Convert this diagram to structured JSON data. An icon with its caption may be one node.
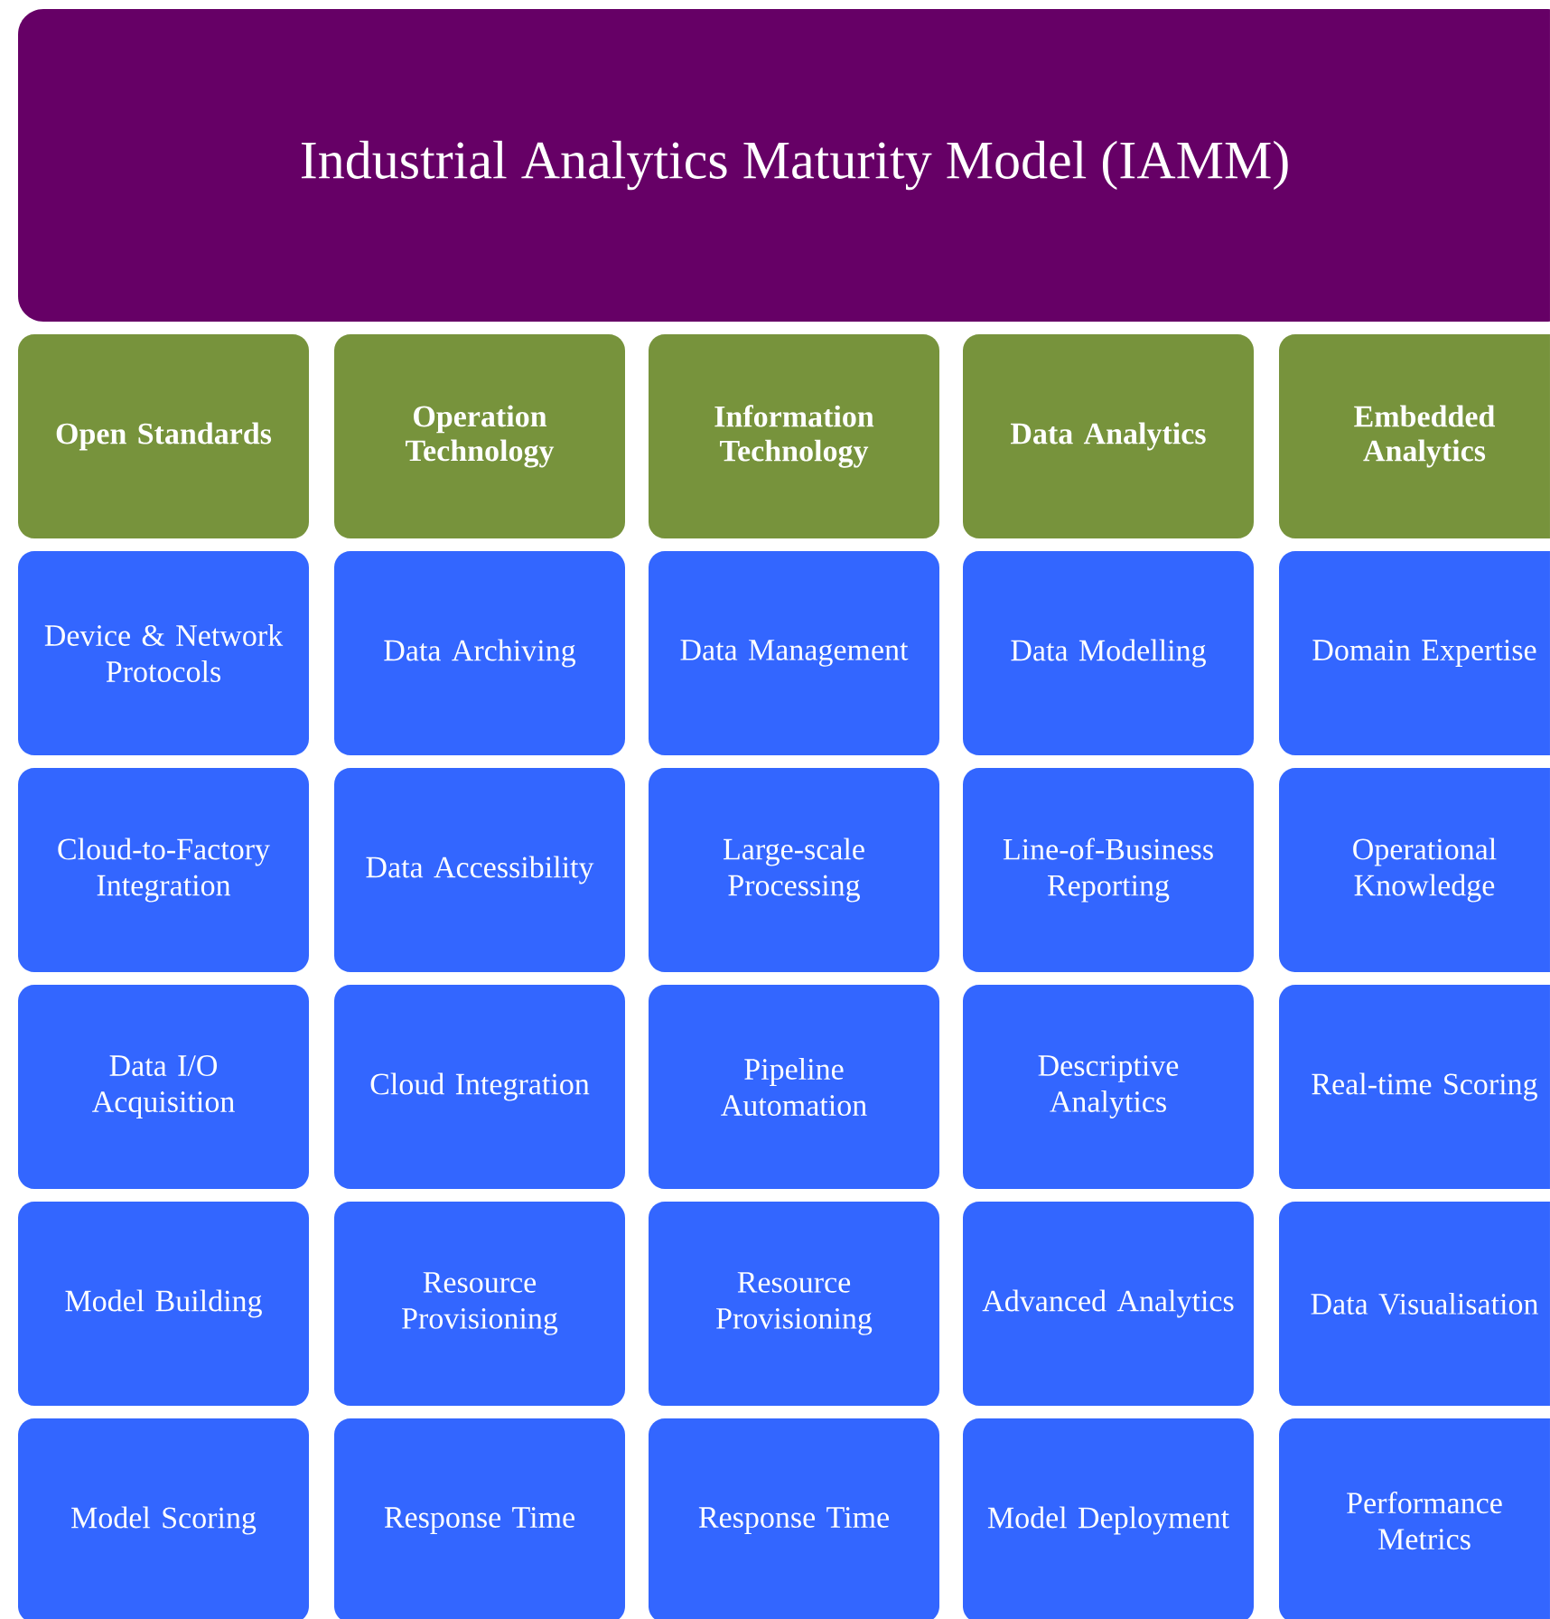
{
  "diagram": {
    "nodes": [
      {
        "text": [
          "Industrial Analytics Maturity Model (IAMM)"
        ]
      },
      {
        "text": [
          "Open Standards"
        ]
      },
      {
        "text": [
          "Operation Technology"
        ]
      },
      {
        "text": [
          "Information Technology"
        ]
      },
      {
        "text": [
          "Data Analytics"
        ]
      },
      {
        "text": [
          "Embedded Analytics"
        ]
      },
      {
        "text": [
          "Device & Network Protocols"
        ]
      },
      {
        "text": [
          "Data Archiving"
        ]
      },
      {
        "text": [
          "Data Management"
        ]
      },
      {
        "text": [
          "Data Modelling"
        ]
      },
      {
        "text": [
          "Domain Expertise"
        ]
      },
      {
        "text": [
          "Cloud-to-Factory Integration"
        ]
      },
      {
        "text": [
          "Data Accessibility"
        ]
      },
      {
        "text": [
          "Large-scale Processing"
        ]
      },
      {
        "text": [
          "Line-of-Business Reporting"
        ]
      },
      {
        "text": [
          "Operational Knowledge"
        ]
      },
      {
        "text": [
          "Data I/O Acquisition"
        ]
      },
      {
        "text": [
          "Cloud Integration"
        ]
      },
      {
        "text": [
          "Pipeline Automation"
        ]
      },
      {
        "text": [
          "Descriptive Analytics"
        ]
      },
      {
        "text": [
          "Real-time Scoring"
        ]
      },
      {
        "text": [
          "Model Building"
        ]
      },
      {
        "text": [
          "Resource Provisioning"
        ]
      },
      {
        "text": [
          "Resource Provisioning"
        ]
      },
      {
        "text": [
          "Advanced Analytics"
        ]
      },
      {
        "text": [
          "Data Visualisation"
        ]
      },
      {
        "text": [
          "Model Scoring"
        ]
      },
      {
        "text": [
          "Response Time"
        ]
      },
      {
        "text": [
          "Response Time"
        ]
      },
      {
        "text": [
          "Model Deployment"
        ]
      },
      {
        "text": [
          "Performance Metrics"
        ]
      }
    ]
  }
}
